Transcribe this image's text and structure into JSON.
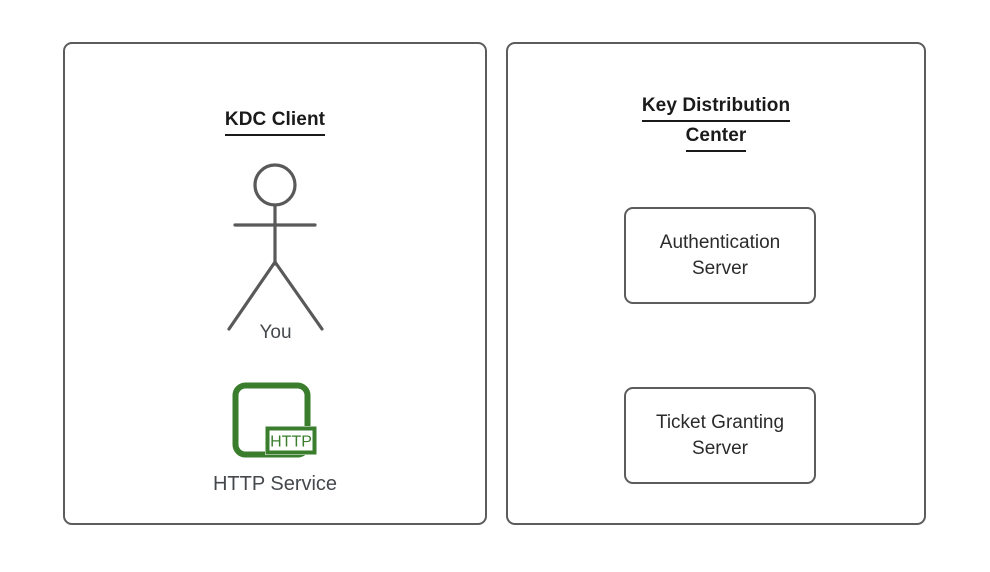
{
  "diagram": {
    "title_client": "KDC Client",
    "title_kdc_line1": "Key Distribution",
    "title_kdc_line2": "Center",
    "actor": {
      "icon": "stick-figure-user-icon",
      "label": "You"
    },
    "http_service": {
      "icon": "http-service-icon",
      "badge_text": "HTTP",
      "label": "HTTP Service"
    },
    "servers": [
      {
        "name": "authentication-server",
        "label": "Authentication\nServer"
      },
      {
        "name": "ticket-granting-server",
        "label": "Ticket Granting\nServer"
      }
    ],
    "colors": {
      "background": "#ffffff",
      "panel_border": "#5c5c5c",
      "title_text": "#1a1a1a",
      "body_text": "#45494d",
      "box_text": "#2b2b2b",
      "http_green": "#3a7d2c",
      "figure_stroke": "#595959"
    }
  }
}
